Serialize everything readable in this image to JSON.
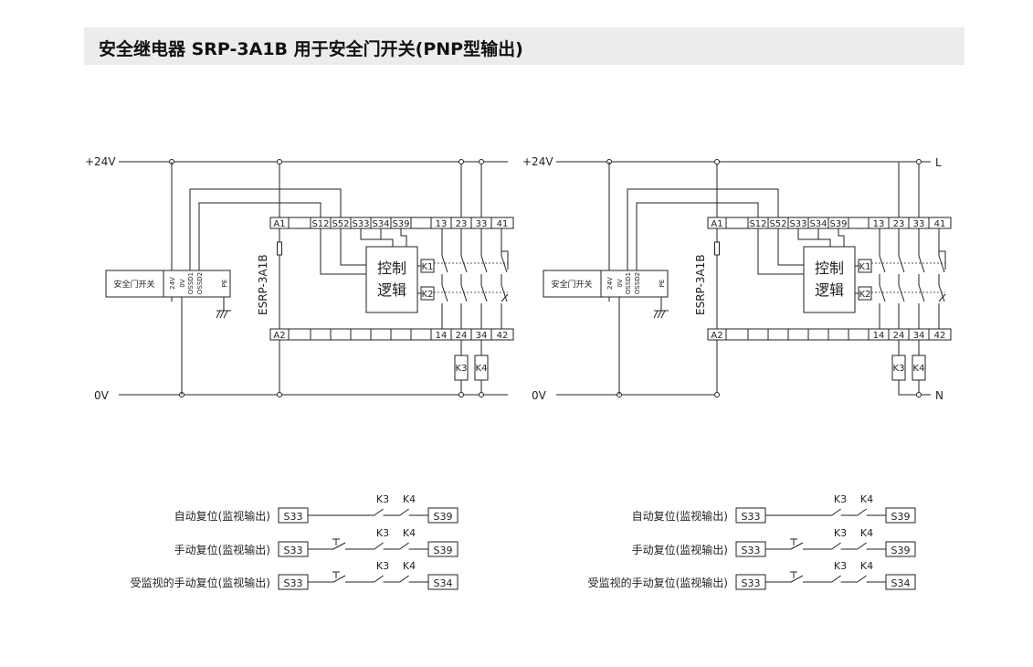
{
  "title": "安全继电器 SRP-3A1B 用于安全门开关(PNP型输出)",
  "rail_top_label": "+24V",
  "rail_bottom_label": "0V",
  "line_label": "L",
  "neutral_label": "N",
  "relay_name": "ESRP-3A1B",
  "control_logic_line1": "控制",
  "control_logic_line2": "逻辑",
  "internal_relays": [
    "K1",
    "K2"
  ],
  "external_contactors": [
    "K3",
    "K4"
  ],
  "door_switch": {
    "name": "安全门开关",
    "terminals": [
      "24V",
      "0V",
      "OSSD1",
      "OSSD2",
      "PE"
    ]
  },
  "top_terminals": [
    "A1",
    "S12",
    "S52",
    "S33",
    "S34",
    "S39",
    "13",
    "23",
    "33",
    "41"
  ],
  "bottom_terminals": [
    "A2",
    "14",
    "24",
    "34",
    "42"
  ],
  "reset_modes": [
    {
      "label": "自动复位(监视输出)",
      "from": "S33",
      "to": "S39",
      "contacts": [
        "K3",
        "K4"
      ]
    },
    {
      "label": "手动复位(监视输出)",
      "from": "S33",
      "to": "S39",
      "contacts": [
        "K3",
        "K4"
      ]
    },
    {
      "label": "受监视的手动复位(监视输出)",
      "from": "S33",
      "to": "S34",
      "contacts": [
        "K3",
        "K4"
      ]
    }
  ]
}
